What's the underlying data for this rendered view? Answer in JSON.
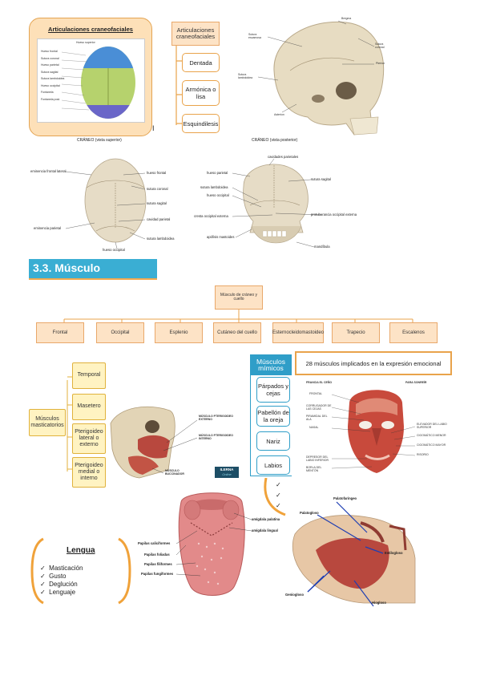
{
  "top": {
    "card_title": "Articulaciones craneofaciales",
    "card_slide_title": "Hueso superior",
    "card_slide_labels": [
      "Hueso frontal",
      "Sutura coronal",
      "Hueso parietal",
      "Sutura sagital",
      "Sutura lambdoidea",
      "Hueso occipital",
      "Fontanela",
      "Fontanela post."
    ],
    "cursor_mark": "I",
    "diagram_title": "Articulaciones craneofaciales",
    "diagram_items": [
      "Dentada",
      "Armónica o lisa",
      "Esquindilesis"
    ],
    "skull_side_labels": {
      "bregma": "Bregma",
      "sutura_escamosa": "Sutura escamosa",
      "sutura_coronal": "Sutura coronal",
      "pterion": "Pterion",
      "sutura_lambdoidea": "Sutura lambdoidea",
      "asterion": "Asterion"
    }
  },
  "superior": {
    "title": "CRÁNEO (vista superior)",
    "labels": {
      "eminencia_frontal": "eminencia frontal lateral",
      "eminencia_parietal": "eminencia parietal",
      "hueso_frontal": "hueso frontal",
      "sutura_coronal": "sutura coronal",
      "sutura_sagital": "sutura sagital",
      "cavidad_parietal": "cavidad parietal",
      "sutura_lambdoidea": "sutura lambdoidea",
      "hueso_occipital": "hueso occipital"
    }
  },
  "posterior": {
    "title": "CRÁNEO (vista posterior)",
    "labels": {
      "cavidades_parietales": "cavidades parietales",
      "hueso_parietal": "hueso parietal",
      "sutura_sagital": "sutura sagital",
      "sutura_lambdoidea": "sutura lambdoidea",
      "hueso_occipital": "hueso occipital",
      "cresta_occipital": "cresta occipital externa",
      "protuberancia": "protuberancia occipital externa",
      "apofisis_mastoides": "apófisis mastoides",
      "mandibula": "mandíbula"
    }
  },
  "section": {
    "heading": "3.3. Músculo"
  },
  "tree": {
    "root": "Músculo de cráneo y cuello",
    "children": [
      "Frontal",
      "Occipital",
      "Esplenio",
      "Cutáneo del cuello",
      "Esternocleidomastoideo",
      "Trapecio",
      "Escalenos"
    ]
  },
  "masticadores": {
    "label": "Músculos masticatorios",
    "items": [
      "Temporal",
      "Masetero",
      "Pterigoideo lateral o externo",
      "Pterigoideo medial o interno"
    ],
    "image_labels": {
      "ptery_externo": "MÚSCULO PTERIGOIDEO EXTERNO",
      "ptery_interno": "MÚSCULO PTERIGOIDEO INTERNO",
      "buccinador": "MÚSCULO BUCCINADOR"
    },
    "brand_top": "ILERNA",
    "brand_bottom": "Online"
  },
  "mimicos": {
    "title": "Músculos mímicos",
    "items": [
      "Párpados y cejas",
      "Pabellón de la oreja",
      "Nariz",
      "Labios"
    ],
    "checks": [
      "✓",
      "✓",
      "✓"
    ]
  },
  "expresion": {
    "title": "28 músculos implicados en la expresión emocional",
    "left_header": "FRANCIA EL CEÑO",
    "right_header": "PARA SONREÍR",
    "left_labels": [
      "FRONTAL",
      "CORRUGADOR DE LAS CEJAS",
      "PIRAMIDAL DEL ALA",
      "NASAL",
      "DEPRESOR DEL LABIO INFERIOR",
      "BORLA DEL MENTÓN"
    ],
    "right_labels": [
      "ELEVADOR DEL LABIO SUPERIOR",
      "CIGOMÁTICO MENOR",
      "CIGOMÁTICO MAYOR",
      "RISORIO"
    ]
  },
  "lengua": {
    "title": "Lengua",
    "items": [
      "Masticación",
      "Gusto",
      "Deglución",
      "Lenguaje"
    ],
    "check": "✓",
    "tongue_labels": {
      "papilas_caliciformes": "Papilas caliciformes",
      "papilas_foliadas": "Papilas foliadas",
      "papilas_filiformes": "Papilas filiformes",
      "papilas_fungiformes": "Papilas fungiformes",
      "amigdala_palatina": "amígdala palatina",
      "amigdala_lingual": "amígdala lingual"
    },
    "muscle_labels": {
      "palatofaringeo": "Palatofaríngeo",
      "palatogloso": "Palatogloso",
      "estilogloso": "Estilogloso",
      "geniogloso": "Geniogloso",
      "hiogloso": "Hiogloso"
    }
  },
  "colors": {
    "section_bar": "#3aaed3",
    "accent_orange": "#e9a34b",
    "box_fill": "#fde3c6",
    "yellow_box": "#fff3c2"
  }
}
